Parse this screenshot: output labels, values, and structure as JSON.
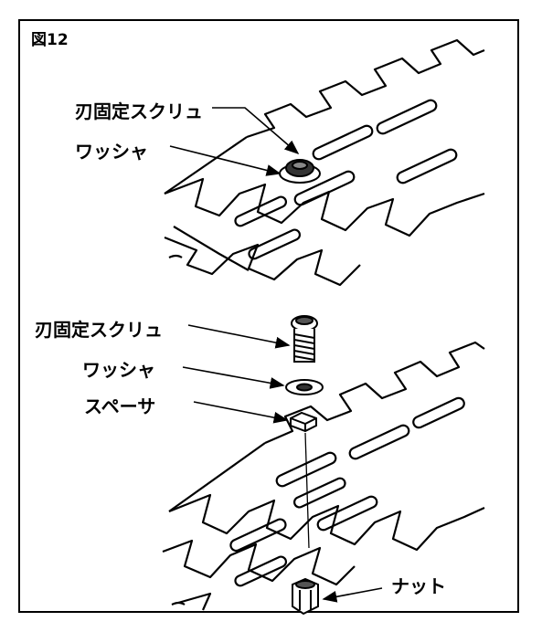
{
  "figure_number": "図12",
  "labels": {
    "top_blade_screw": "刃固定スクリュ",
    "top_washer": "ワッシャ",
    "bottom_blade_screw": "刃固定スクリュ",
    "bottom_washer": "ワッシャ",
    "spacer": "スペーサ",
    "nut": "ナット"
  },
  "colors": {
    "line": "#000000",
    "background": "#ffffff"
  }
}
